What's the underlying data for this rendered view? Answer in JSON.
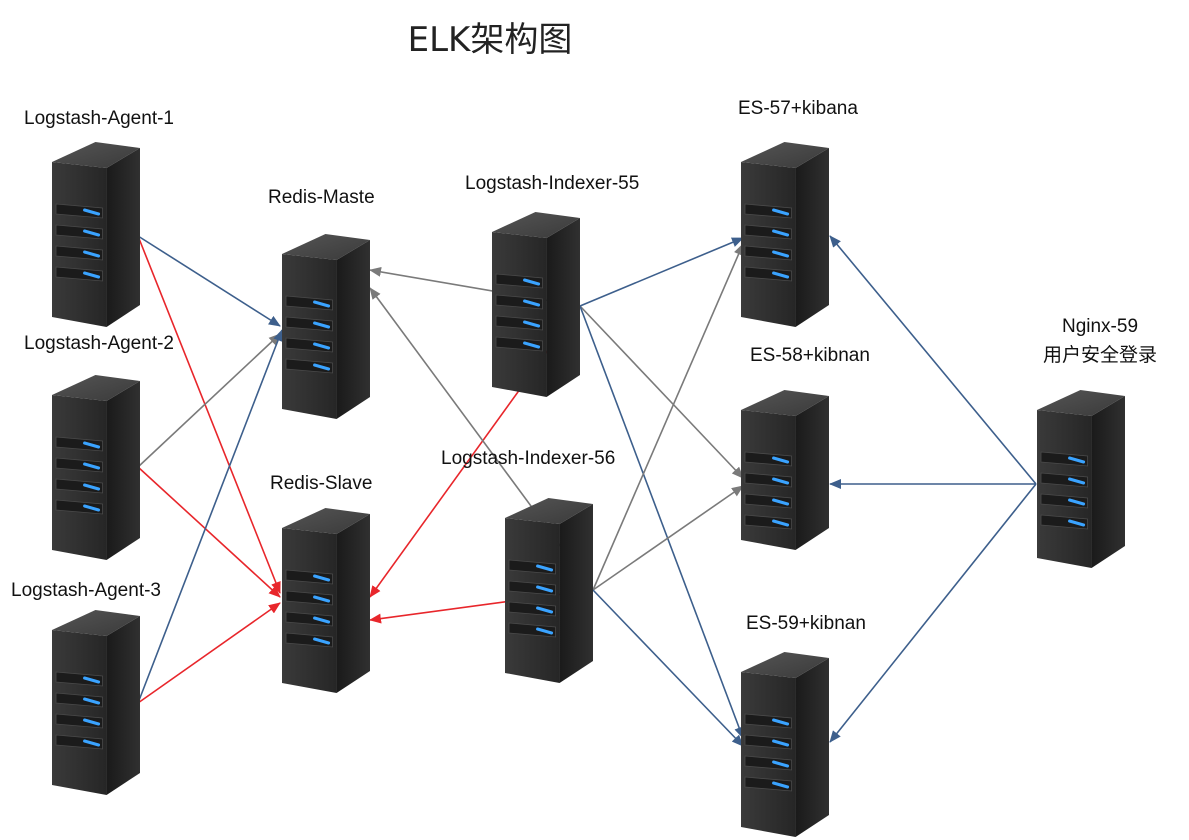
{
  "title": "ELK架构图",
  "nodes": {
    "agent1": "Logstash-Agent-1",
    "agent2": "Logstash-Agent-2",
    "agent3": "Logstash-Agent-3",
    "redis_master": "Redis-Maste",
    "redis_slave": "Redis-Slave",
    "indexer55": "Logstash-Indexer-55",
    "indexer56": "Logstash-Indexer-56",
    "es57": "ES-57+kibana",
    "es58": "ES-58+kibnan",
    "es59": "ES-59+kibnan",
    "nginx_line1": "Nginx-59",
    "nginx_line2": "用户安全登录"
  },
  "colors": {
    "blue": "#3d5f8c",
    "red": "#e8262b",
    "gray": "#7a7a7a",
    "server_body": "#2e2e2e",
    "server_led": "#3aa3ff"
  },
  "edges": [
    {
      "from": "agent1",
      "to": "redis_master",
      "color": "blue"
    },
    {
      "from": "agent1",
      "to": "redis_slave",
      "color": "red"
    },
    {
      "from": "agent2",
      "to": "redis_master",
      "color": "gray"
    },
    {
      "from": "agent2",
      "to": "redis_slave",
      "color": "red"
    },
    {
      "from": "agent3",
      "to": "redis_master",
      "color": "blue"
    },
    {
      "from": "agent3",
      "to": "redis_slave",
      "color": "red"
    },
    {
      "from": "indexer55",
      "to": "redis_master",
      "color": "gray"
    },
    {
      "from": "indexer55",
      "to": "redis_slave",
      "color": "red"
    },
    {
      "from": "indexer56",
      "to": "redis_master",
      "color": "gray"
    },
    {
      "from": "indexer56",
      "to": "redis_slave",
      "color": "red"
    },
    {
      "from": "indexer55",
      "to": "es57",
      "color": "blue"
    },
    {
      "from": "indexer55",
      "to": "es58",
      "color": "gray"
    },
    {
      "from": "indexer55",
      "to": "es59",
      "color": "blue"
    },
    {
      "from": "indexer56",
      "to": "es57",
      "color": "gray"
    },
    {
      "from": "indexer56",
      "to": "es58",
      "color": "gray"
    },
    {
      "from": "indexer56",
      "to": "es59",
      "color": "blue"
    },
    {
      "from": "nginx",
      "to": "es57",
      "color": "blue"
    },
    {
      "from": "nginx",
      "to": "es58",
      "color": "blue"
    },
    {
      "from": "nginx",
      "to": "es59",
      "color": "blue"
    }
  ]
}
